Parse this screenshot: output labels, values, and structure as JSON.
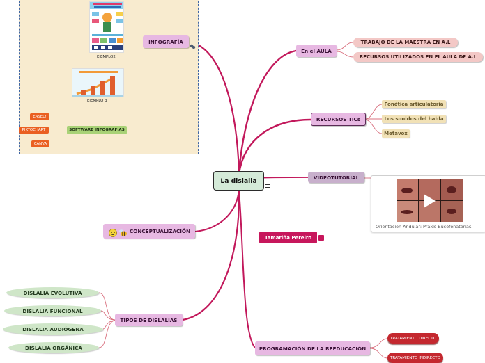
{
  "central": {
    "title": "La dislalia"
  },
  "branches": {
    "infografia": {
      "label": "INFOGRAFÍA",
      "examples": [
        "EJEMPLO2",
        "EJEMPLO 3"
      ],
      "software": {
        "label": "SOFTWARE INFOGRAFIAS",
        "tools": [
          "EASELY",
          "PIKTOCHART",
          "CANVA"
        ]
      }
    },
    "aula": {
      "label": "En el AULA",
      "items": [
        "TRABAJO DE LA MAESTRA EN A.L",
        "RECURSOS UTILIZADOS EN EL AULA DE A.L"
      ]
    },
    "tics": {
      "label": "RECURSOS TICs",
      "items": [
        "Fonética articulatoria",
        "Los sonidos del habla",
        "Metavox"
      ]
    },
    "video": {
      "label": "VIDEOTUTORIAL",
      "caption": "Orientación Andújar: Praxis Bucofonatorias."
    },
    "author": {
      "label": "Tamariña Pereiro"
    },
    "conceptualizacion": {
      "label": "CONCEPTUALIZACIÓN"
    },
    "tipos": {
      "label": "TIPOS DE DISLALIAS",
      "items": [
        "DISLALIA EVOLUTIVA",
        "DISLALIA FUNCIONAL",
        "DISLALIA AUDIÓGENA",
        "DISLALIA ORGÁNICA"
      ]
    },
    "programacion": {
      "label": "PROGRAMACIÓN DE LA REEDUCACIÓN",
      "items": [
        "TRATAMIENTO DIRECTO",
        "TRATAMIENTO INDIRECTO"
      ]
    }
  },
  "colors": {
    "connector": "#c2185b",
    "connector_light": "#d9707f",
    "panel_bg": "#f8ebcf",
    "panel_border": "#3f66a5",
    "central_bg": "#d4ead8"
  }
}
